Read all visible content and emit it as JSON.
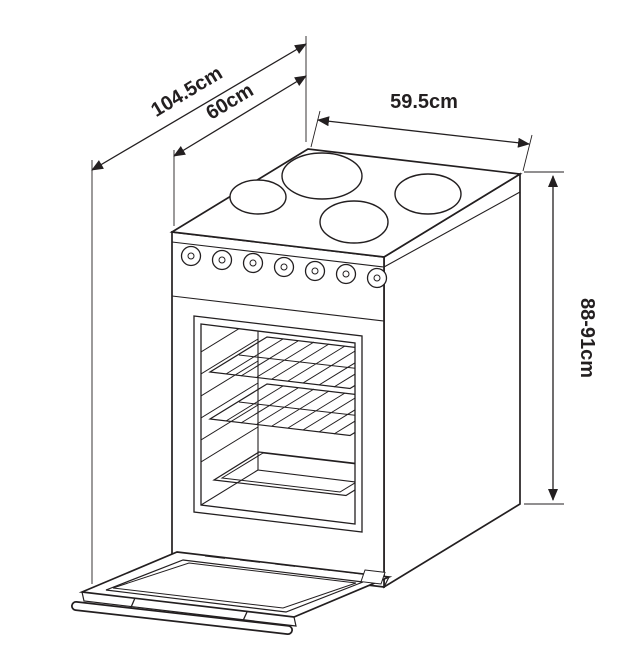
{
  "page": {
    "background": "#ffffff",
    "ink_color": "#231f20"
  },
  "diagram": {
    "illustration": "electric-cooker-isometric-line-drawing-open-oven-door",
    "labels": {
      "depth_total": "104.5cm",
      "depth": "60cm",
      "width": "59.5cm",
      "height": "88-91cm"
    }
  }
}
